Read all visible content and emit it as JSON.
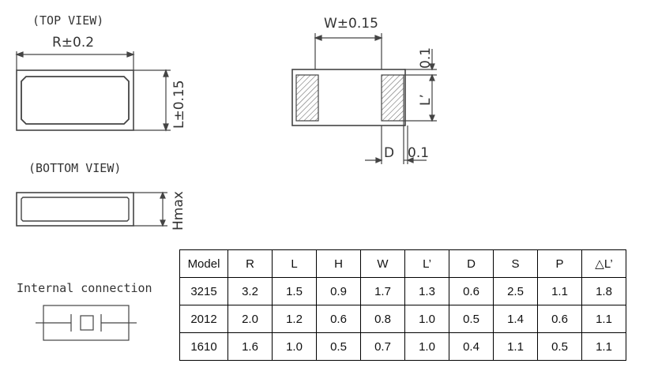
{
  "labels": {
    "top_view": "(TOP VIEW)",
    "bottom_view": "(BOTTOM VIEW)",
    "internal_connection": "Internal connection"
  },
  "dimensions": {
    "r": "R±0.2",
    "l": "L±0.15",
    "w": "W±0.15",
    "h": "Hmax",
    "l_prime": "L’",
    "gap_top": "0.1",
    "d": "D",
    "gap_bottom": "0.1"
  },
  "table": {
    "headers": [
      "Model",
      "R",
      "L",
      "H",
      "W",
      "L’",
      "D",
      "S",
      "P",
      "△L’"
    ],
    "rows": [
      [
        "3215",
        "3.2",
        "1.5",
        "0.9",
        "1.7",
        "1.3",
        "0.6",
        "2.5",
        "1.1",
        "1.8"
      ],
      [
        "2012",
        "2.0",
        "1.2",
        "0.6",
        "0.8",
        "1.0",
        "0.5",
        "1.4",
        "0.6",
        "1.1"
      ],
      [
        "1610",
        "1.6",
        "1.0",
        "0.5",
        "0.7",
        "1.0",
        "0.4",
        "1.1",
        "0.5",
        "1.1"
      ]
    ]
  }
}
